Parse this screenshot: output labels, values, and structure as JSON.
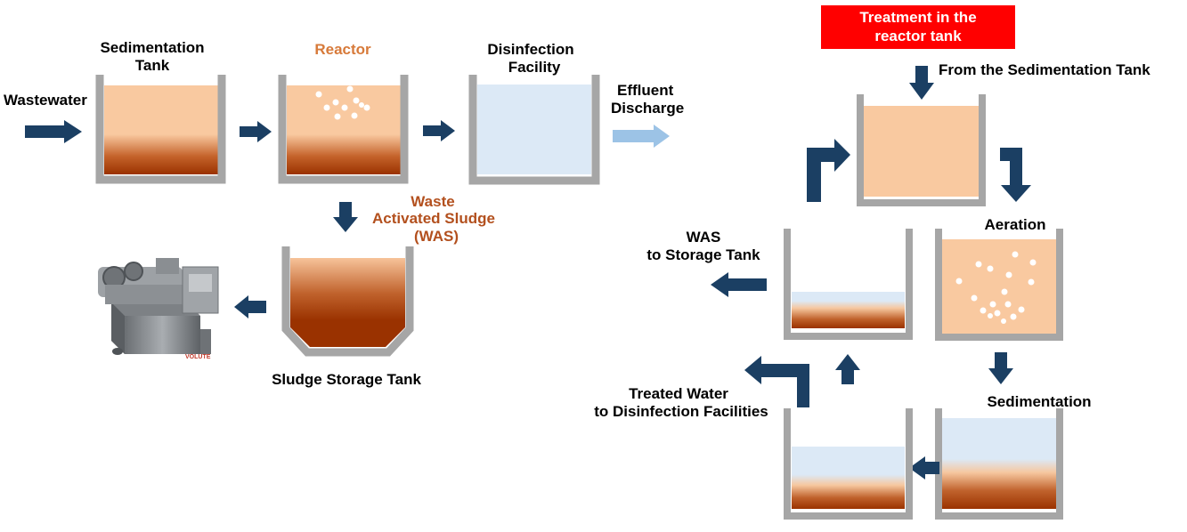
{
  "labels": {
    "wastewater": "Wastewater",
    "sedimentation_tank": [
      "Sedimentation",
      "Tank"
    ],
    "reactor": "Reactor",
    "disinfection_facility": [
      "Disinfection",
      "Facility"
    ],
    "effluent_discharge": [
      "Effluent",
      "Discharge"
    ],
    "waste_activated_sludge": [
      "Waste",
      "Activated Sludge",
      "(WAS)"
    ],
    "sludge_storage_tank": "Sludge Storage Tank",
    "machine_brand": "VOLUTE",
    "treatment_header": [
      "Treatment in the",
      "reactor tank"
    ],
    "from_sedimentation_tank": "From the Sedimentation Tank",
    "aeration": "Aeration",
    "was_to_storage": [
      "WAS",
      "to Storage Tank"
    ],
    "sedimentation": "Sedimentation",
    "treated_water": [
      "Treated Water",
      "to Disinfection Facilities"
    ]
  },
  "colors": {
    "arrow": "#1b3f63",
    "effluent_arrow": "#9cc3e6",
    "tank_wall": "#a6a6a6",
    "water": "#f9c9a0",
    "clear_water": "#dce9f6",
    "sludge": "#9a3200",
    "header_bg": "#ff0000",
    "reactor_label": "#d77a3a",
    "was_label": "#b3501e"
  },
  "icons": [
    "arrow-right",
    "arrow-left",
    "arrow-down",
    "arrow-up",
    "elbow-arrow",
    "bubbles",
    "dewatering-machine"
  ]
}
